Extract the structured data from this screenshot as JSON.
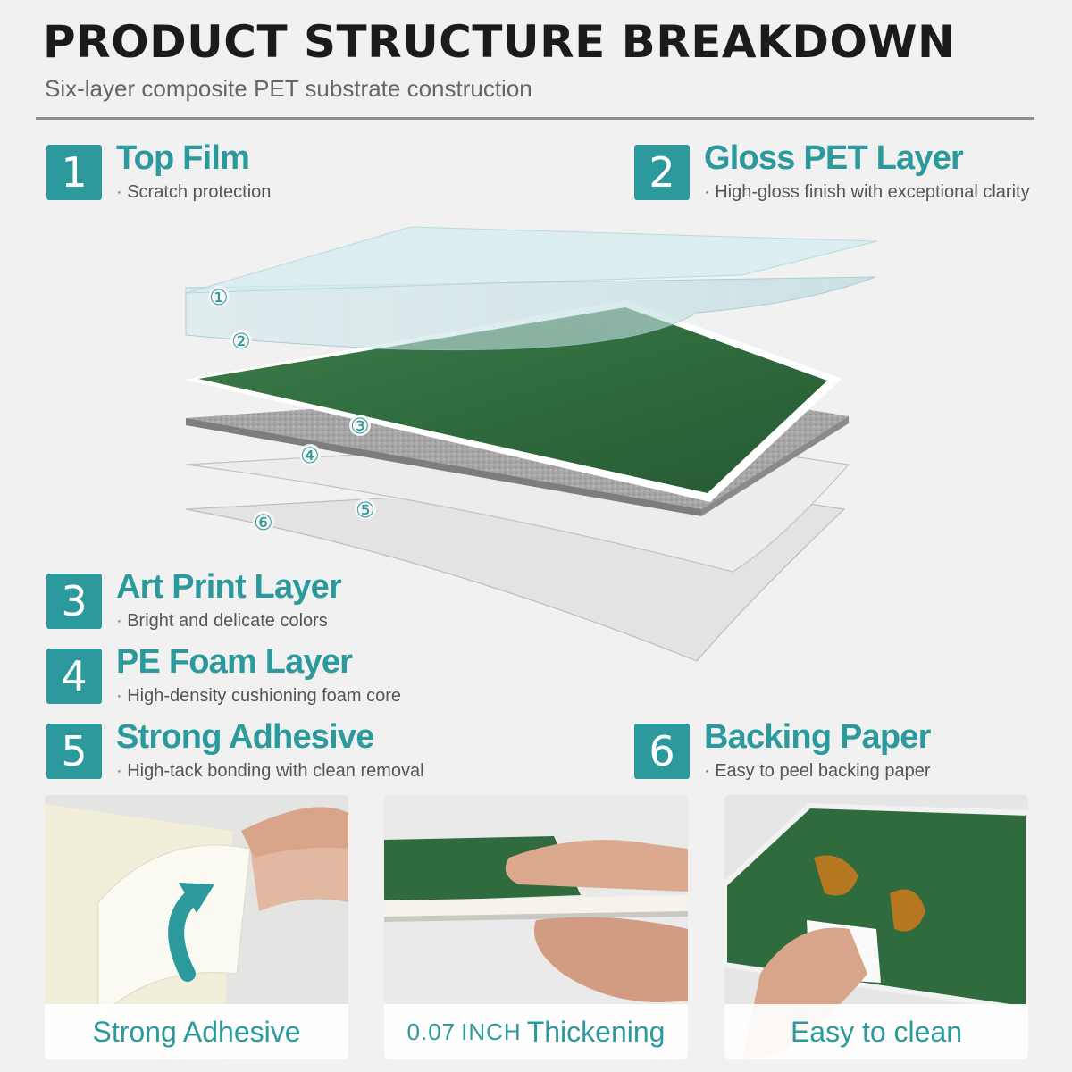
{
  "header": {
    "title": "PRODUCT STRUCTURE BREAKDOWN",
    "subtitle": "Six-layer composite PET substrate construction"
  },
  "layers": [
    {
      "number": "1",
      "name": "Top Film",
      "description": "Scratch protection"
    },
    {
      "number": "2",
      "name": "Gloss PET Layer",
      "description": "High-gloss finish with exceptional clarity"
    },
    {
      "number": "3",
      "name": "Art Print Layer",
      "description": "Bright and delicate colors"
    },
    {
      "number": "4",
      "name": "PE Foam Layer",
      "description": "High-density cushioning foam core"
    },
    {
      "number": "5",
      "name": "Strong Adhesive",
      "description": "High-tack bonding with clean removal"
    },
    {
      "number": "6",
      "name": "Backing Paper",
      "description": "Easy to peel backing paper"
    }
  ],
  "diagram_markers": [
    "①",
    "②",
    "③",
    "④",
    "⑤",
    "⑥"
  ],
  "photos": [
    {
      "caption": "Strong Adhesive"
    },
    {
      "caption_value": "0.07",
      "caption_unit": "INCH",
      "caption_text": "Thickening"
    },
    {
      "caption": "Easy to clean"
    }
  ],
  "colors": {
    "accent": "#2c9a9c",
    "tile_green": "#2f6b3c",
    "background": "#f1f1f1"
  }
}
